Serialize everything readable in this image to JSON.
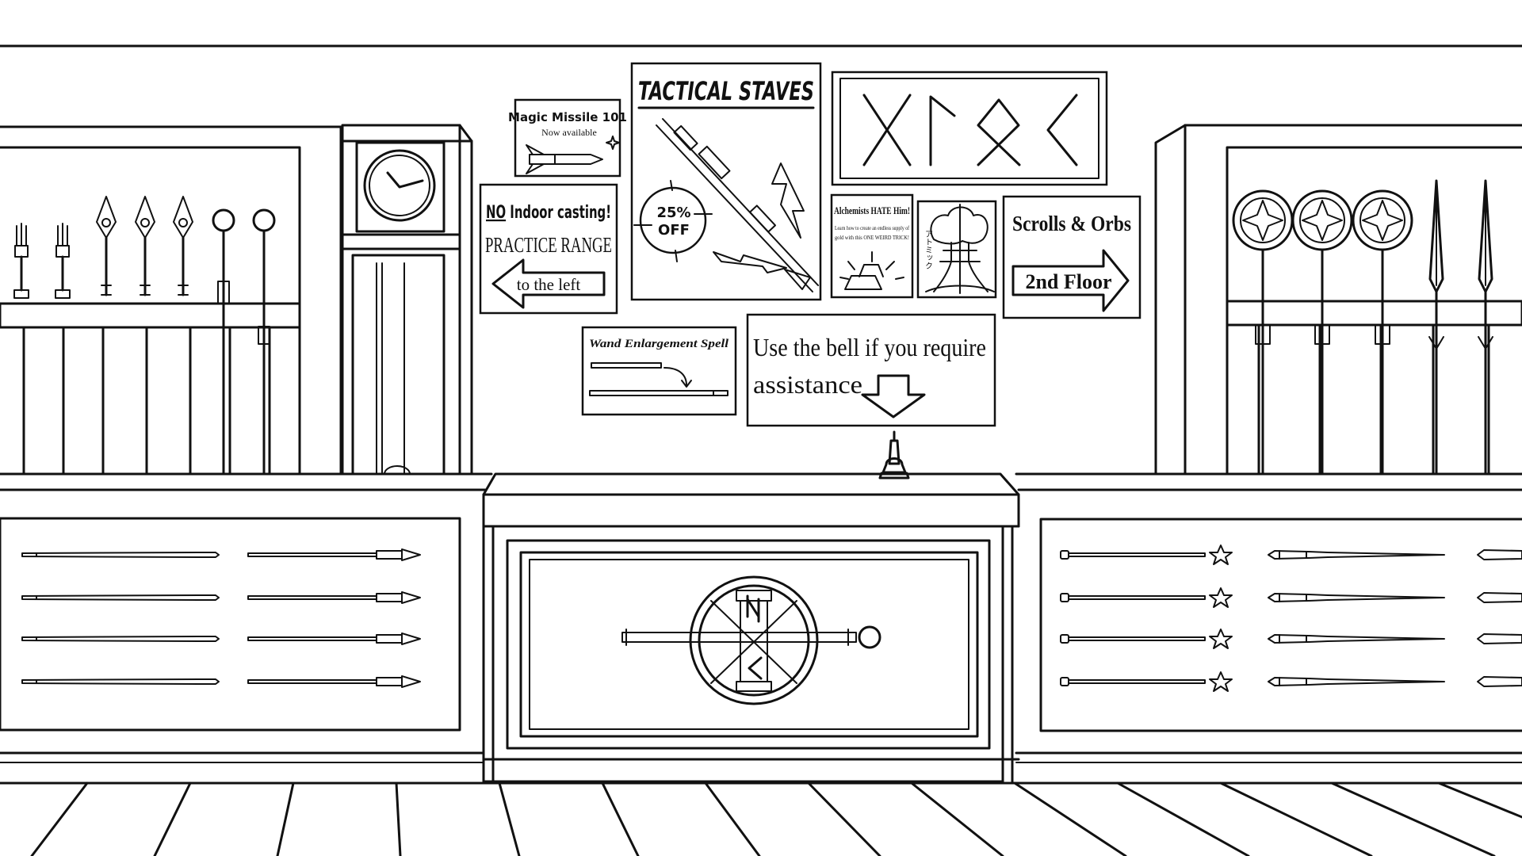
{
  "scene": "magic-weapon-shop-counter",
  "colors": {
    "ink": "#111111",
    "paper": "#ffffff"
  },
  "posters": {
    "magic_missile": {
      "title": "Magic Missile 101",
      "subtitle": "Now available"
    },
    "no_indoor": {
      "headline_no": "NO",
      "headline_rest": "Indoor casting!",
      "range": "PRACTICE RANGE",
      "direction": "to the left"
    },
    "tactical_staves": {
      "title": "TACTICAL STAVES",
      "discount_pct": "25%",
      "discount_off": "OFF"
    },
    "runes": {
      "glyphs": "runes-sign"
    },
    "alchemists": {
      "title": "Alchemists HATE Him!",
      "body_line1": "Learn how to create an endless supply of",
      "body_line2": "gold with this ONE WEIRD TRICK!"
    },
    "atomic": {
      "katakana": "アトミック"
    },
    "scrolls": {
      "title": "Scrolls & Orbs",
      "floor": "2nd Floor"
    },
    "wand_enlargement": {
      "title": "Wand Enlargement Spell"
    },
    "bell_sign": {
      "line1": "Use the bell if you require",
      "line2": "assistance"
    }
  }
}
